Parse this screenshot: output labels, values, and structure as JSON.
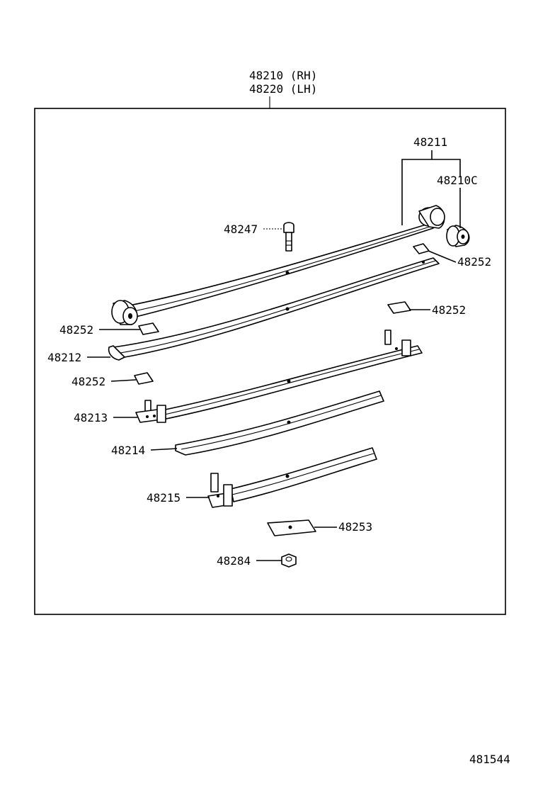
{
  "assembly": {
    "label_rh": "48210 (RH)",
    "label_lh": "48220 (LH)"
  },
  "callouts": [
    {
      "id": "48211",
      "text": "48211"
    },
    {
      "id": "48210C",
      "text": "48210C"
    },
    {
      "id": "48247",
      "text": "48247"
    },
    {
      "id": "48252a",
      "text": "48252"
    },
    {
      "id": "48252b",
      "text": "48252"
    },
    {
      "id": "48252c",
      "text": "48252"
    },
    {
      "id": "48252d",
      "text": "48252"
    },
    {
      "id": "48212",
      "text": "48212"
    },
    {
      "id": "48213",
      "text": "48213"
    },
    {
      "id": "48214",
      "text": "48214"
    },
    {
      "id": "48215",
      "text": "48215"
    },
    {
      "id": "48253",
      "text": "48253"
    },
    {
      "id": "48284",
      "text": "48284"
    }
  ],
  "figure_number": "481544"
}
